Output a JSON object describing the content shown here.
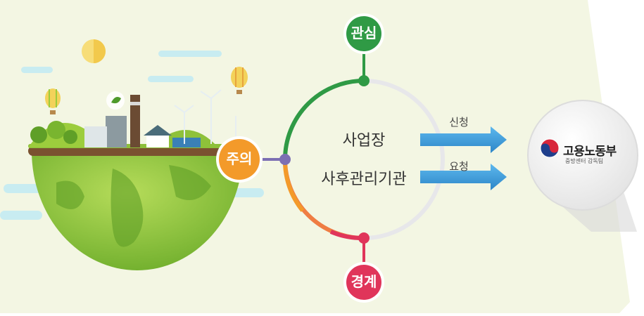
{
  "stages": {
    "interest": "관심",
    "caution": "주의",
    "warning": "경계"
  },
  "center": {
    "line1": "사업장",
    "line2": "사후관리기관"
  },
  "arrows": {
    "apply": "신청",
    "request": "요청"
  },
  "org": {
    "name": "고용노동부",
    "team": "중방센터 감독팀"
  },
  "colors": {
    "background": "#f3f6e3",
    "green": "#2f9a45",
    "orange": "#f39a2a",
    "pink": "#e0355a",
    "arrow": "#3d9ad6"
  }
}
